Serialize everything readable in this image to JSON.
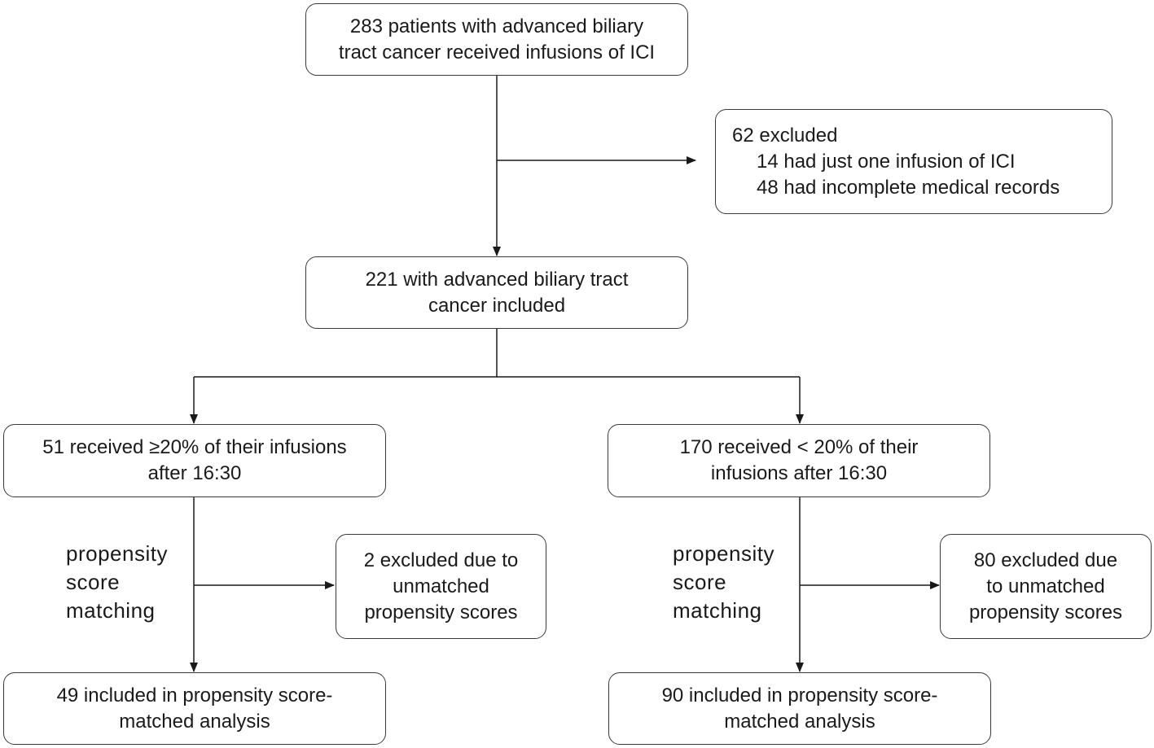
{
  "boxes": {
    "start": {
      "lines": [
        "283 patients with advanced biliary",
        "tract cancer received infusions of ICI"
      ]
    },
    "excluded_initial": {
      "title": "62 excluded",
      "items": [
        "14 had just one infusion of ICI",
        "48 had incomplete medical records"
      ]
    },
    "included": {
      "lines": [
        "221 with advanced biliary tract",
        "cancer included"
      ]
    },
    "group_late": {
      "lines": [
        "51 received ≥20% of their infusions",
        "after 16:30"
      ]
    },
    "group_early": {
      "lines": [
        "170 received  < 20% of their",
        "infusions after 16:30"
      ]
    },
    "excluded_late": {
      "lines": [
        "2 excluded due to",
        "unmatched",
        "propensity scores"
      ]
    },
    "excluded_early": {
      "lines": [
        "80 excluded due",
        "to unmatched",
        "propensity scores"
      ]
    },
    "matched_late": {
      "lines": [
        "49 included in propensity score-",
        "matched analysis"
      ]
    },
    "matched_early": {
      "lines": [
        "90 included in propensity score-",
        "matched analysis"
      ]
    }
  },
  "side_labels": {
    "left": [
      "propensity",
      "score",
      "matching"
    ],
    "right": [
      "propensity",
      "score",
      "matching"
    ]
  }
}
